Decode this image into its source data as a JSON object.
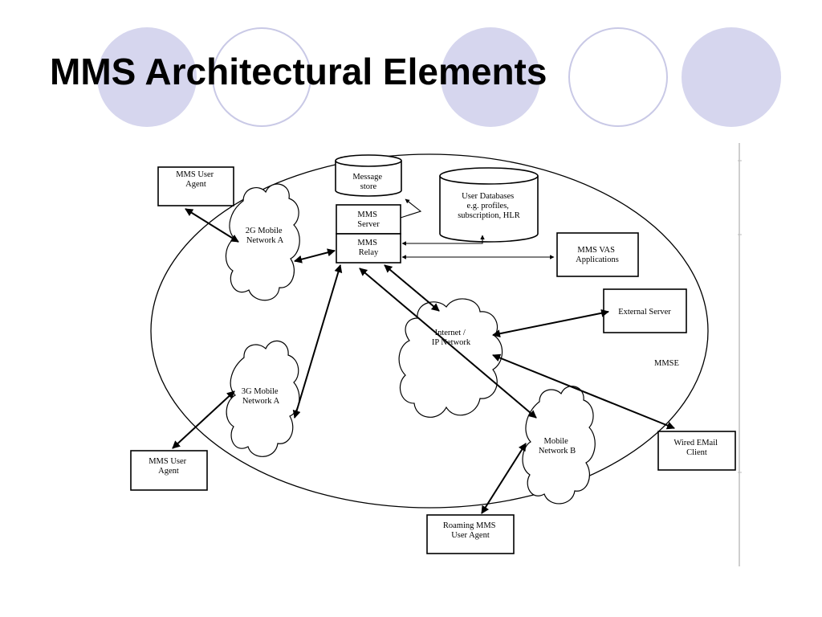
{
  "slide": {
    "title": "MMS Architectural Elements"
  },
  "diagram": {
    "region_label": "MMSE",
    "nodes": {
      "ua_top": [
        "MMS User",
        "Agent"
      ],
      "ua_bottom": [
        "MMS User",
        "Agent"
      ],
      "message_store": [
        "Message",
        "store"
      ],
      "user_db": [
        "User Databases",
        "e.g. profiles,",
        "subscription, HLR"
      ],
      "mms_server": [
        "MMS",
        "Server"
      ],
      "mms_relay": [
        "MMS",
        "Relay"
      ],
      "vas": [
        "MMS VAS",
        "Applications"
      ],
      "external_server": [
        "External Server"
      ],
      "mobile_2g": [
        "2G Mobile",
        "Network A"
      ],
      "mobile_3g": [
        "3G Mobile",
        "Network A"
      ],
      "internet": [
        "Internet /",
        "IP Network"
      ],
      "mobile_b": [
        "Mobile",
        "Network B"
      ],
      "wired_email": [
        "Wired EMail",
        "Client"
      ],
      "roaming": [
        "Roaming MMS",
        "User Agent"
      ]
    }
  }
}
